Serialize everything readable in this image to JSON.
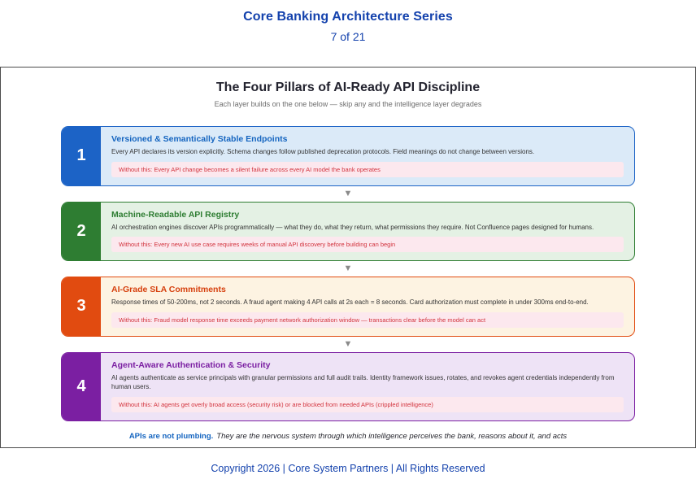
{
  "header": {
    "series_title": "Core Banking Architecture Series",
    "page_indicator": "7 of 21"
  },
  "panel": {
    "title": "The Four Pillars of AI-Ready API Discipline",
    "subtitle": "Each layer builds on the one below — skip any and the intelligence layer degrades",
    "arrow_icon": "▼",
    "pillars": [
      {
        "number": "1",
        "title": "Versioned & Semantically Stable Endpoints",
        "description": "Every API declares its version explicitly. Schema changes follow published deprecation protocols. Field meanings do not change between versions.",
        "warning": "Without this: Every API change becomes a silent failure across every AI model the bank operates",
        "accent_color": "#1c63c6",
        "background_color": "#dbeaf8"
      },
      {
        "number": "2",
        "title": "Machine-Readable API Registry",
        "description": "AI orchestration engines discover APIs programmatically — what they do, what they return, what permissions they require. Not Confluence pages designed for humans.",
        "warning": "Without this: Every new AI use case requires weeks of manual API discovery before building can begin",
        "accent_color": "#2e7d32",
        "background_color": "#e4f1e4"
      },
      {
        "number": "3",
        "title": "AI-Grade SLA Commitments",
        "description": "Response times of 50-200ms, not 2 seconds. A fraud agent making 4 API calls at 2s each = 8 seconds. Card authorization must complete in under 300ms end-to-end.",
        "warning": "Without this: Fraud model response time exceeds payment network authorization window — transactions clear before the model can act",
        "accent_color": "#e14b10",
        "background_color": "#fdf3e2"
      },
      {
        "number": "4",
        "title": "Agent-Aware Authentication & Security",
        "description": "AI agents authenticate as service principals with granular permissions and full audit trails. Identity framework issues, rotates, and revokes agent credentials independently from human users.",
        "warning": "Without this: AI agents get overly broad access (security risk) or are blocked from needed APIs (crippled intelligence)",
        "accent_color": "#7b1fa2",
        "background_color": "#eee3f6"
      }
    ],
    "footnote": {
      "lead": "APIs are not plumbing.",
      "rest": "They are the nervous system through which intelligence perceives the bank, reasons about it, and acts"
    }
  },
  "footer": {
    "copyright": "Copyright 2026 | Core System Partners | All Rights Reserved"
  },
  "colors": {
    "header_blue": "#1442ad",
    "warning_text": "#d2333d",
    "warning_background": "#fce8ee",
    "panel_border": "#4c4c4c"
  }
}
